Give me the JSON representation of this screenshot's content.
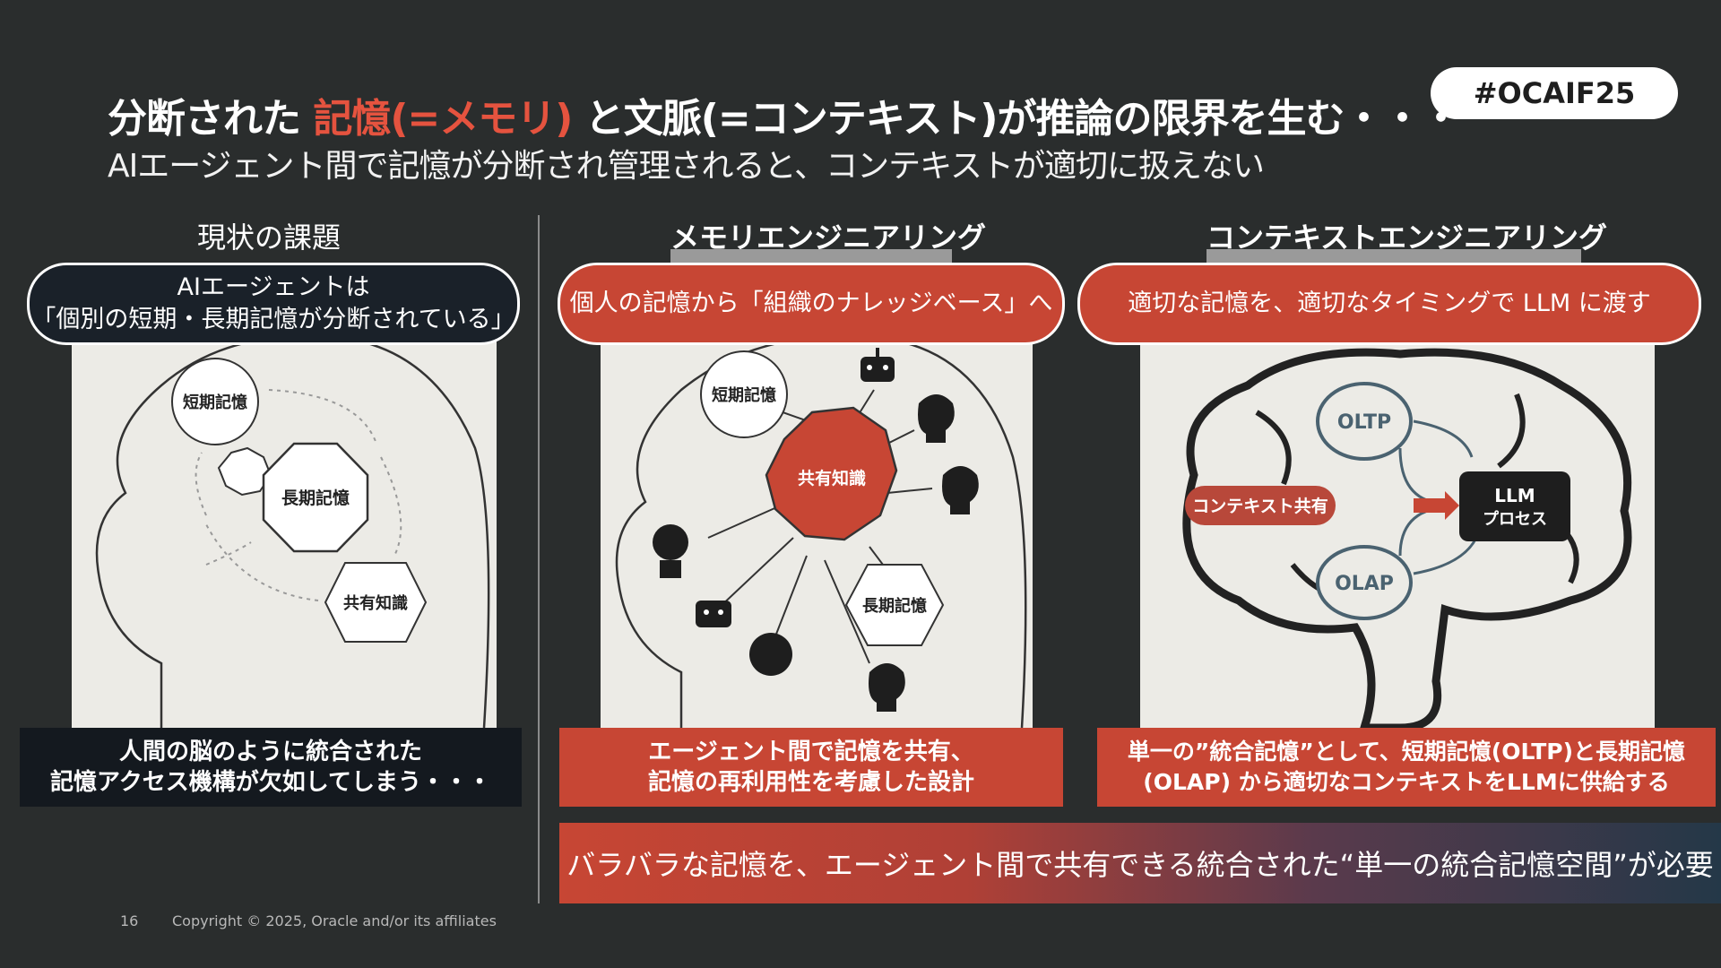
{
  "title": {
    "part1": "分断された ",
    "accent": "記憶(=メモリ)",
    "part2": " と文脈(=コンテキスト)が推論の限界を生む・・・"
  },
  "subtitle": "AIエージェント間で記憶が分断され管理されると、コンテキストが適切に扱えない",
  "hashtag": "#OCAIF25",
  "columns": [
    {
      "heading": "現状の課題",
      "pill_line1": "AIエージェントは",
      "pill_line2": "「個別の短期・長期記憶が分断されている」",
      "nodes": {
        "short": "短期記憶",
        "long": "長期記憶",
        "shared": "共有知識"
      },
      "caption_line1": "人間の脳のように統合された",
      "caption_line2": "記憶アクセス機構が欠如してしまう・・・"
    },
    {
      "heading": "メモリエンジニアリング",
      "pill": "個人の記憶から「組織のナレッジベース」へ",
      "nodes": {
        "short": "短期記憶",
        "shared": "共有知識",
        "long": "長期記憶"
      },
      "caption_line1": "エージェント間で記憶を共有、",
      "caption_line2": "記憶の再利用性を考慮した設計"
    },
    {
      "heading": "コンテキストエンジニアリング",
      "pill": "適切な記憶を、適切なタイミングで LLM に渡す",
      "nodes": {
        "oltp": "OLTP",
        "olap": "OLAP",
        "context": "コンテキスト共有",
        "llm1": "LLM",
        "llm2": "プロセス"
      },
      "caption_line1": "単一の”統合記憶”として、短期記憶(OLTP)と長期記憶",
      "caption_line2": "(OLAP) から適切なコンテキストをLLMに供給する"
    }
  ],
  "banner": "バラバラな記憶を、エージェント間で共有できる統合された“単一の統合記憶空間”が必要",
  "footer": {
    "page": "16",
    "copyright": "Copyright © 2025, Oracle and/or its affiliates"
  },
  "colors": {
    "accent": "#e5533f",
    "red": "#c74634",
    "dark": "#1a2129",
    "background": "#2a2d2d"
  }
}
